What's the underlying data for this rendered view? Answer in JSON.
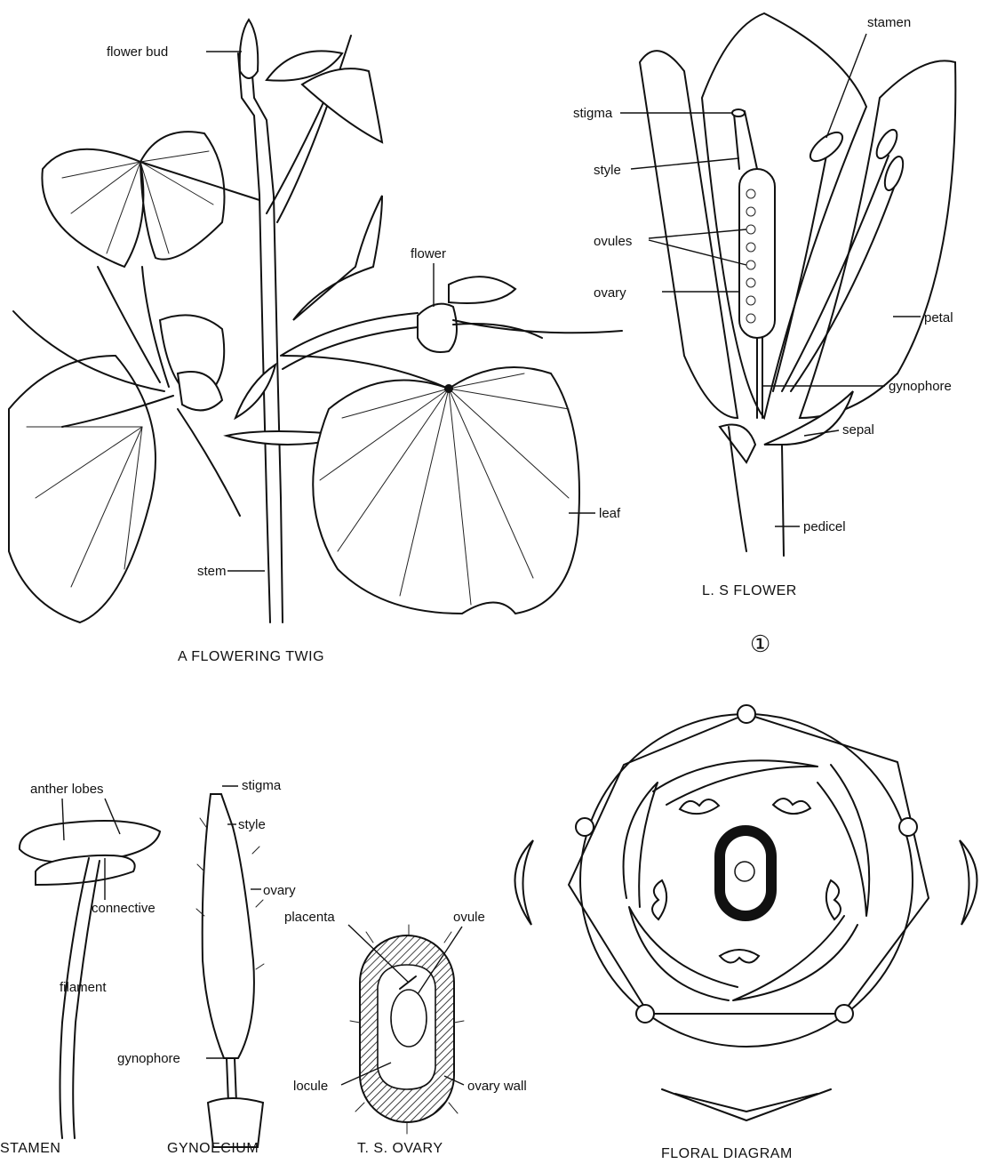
{
  "figure_number": "①",
  "panels": {
    "twig": {
      "caption": "A FLOWERING TWIG",
      "labels": {
        "flower_bud": "flower  bud",
        "flower": "flower",
        "leaf": "leaf",
        "stem": "stem"
      }
    },
    "ls_flower": {
      "caption": "L. S  FLOWER",
      "labels": {
        "stamen": "stamen",
        "stigma": "stigma",
        "style": "style",
        "ovules": "ovules",
        "ovary": "ovary",
        "petal": "petal",
        "gynophore": "gynophore",
        "sepal": "sepal",
        "pedicel": "pedicel"
      }
    },
    "stamen": {
      "caption": "STAMEN",
      "labels": {
        "anther_lobes": "anther lobes",
        "connective": "connective",
        "filament": "filament"
      }
    },
    "gynoecium": {
      "caption": "GYNOECIUM",
      "labels": {
        "stigma": "stigma",
        "style": "style",
        "ovary": "ovary",
        "gynophore": "gynophore"
      }
    },
    "ts_ovary": {
      "caption": "T. S. OVARY",
      "labels": {
        "placenta": "placenta",
        "ovule": "ovule",
        "locule": "locule",
        "ovary_wall": "ovary wall"
      }
    },
    "floral_diagram": {
      "caption": "FLORAL  DIAGRAM"
    }
  }
}
